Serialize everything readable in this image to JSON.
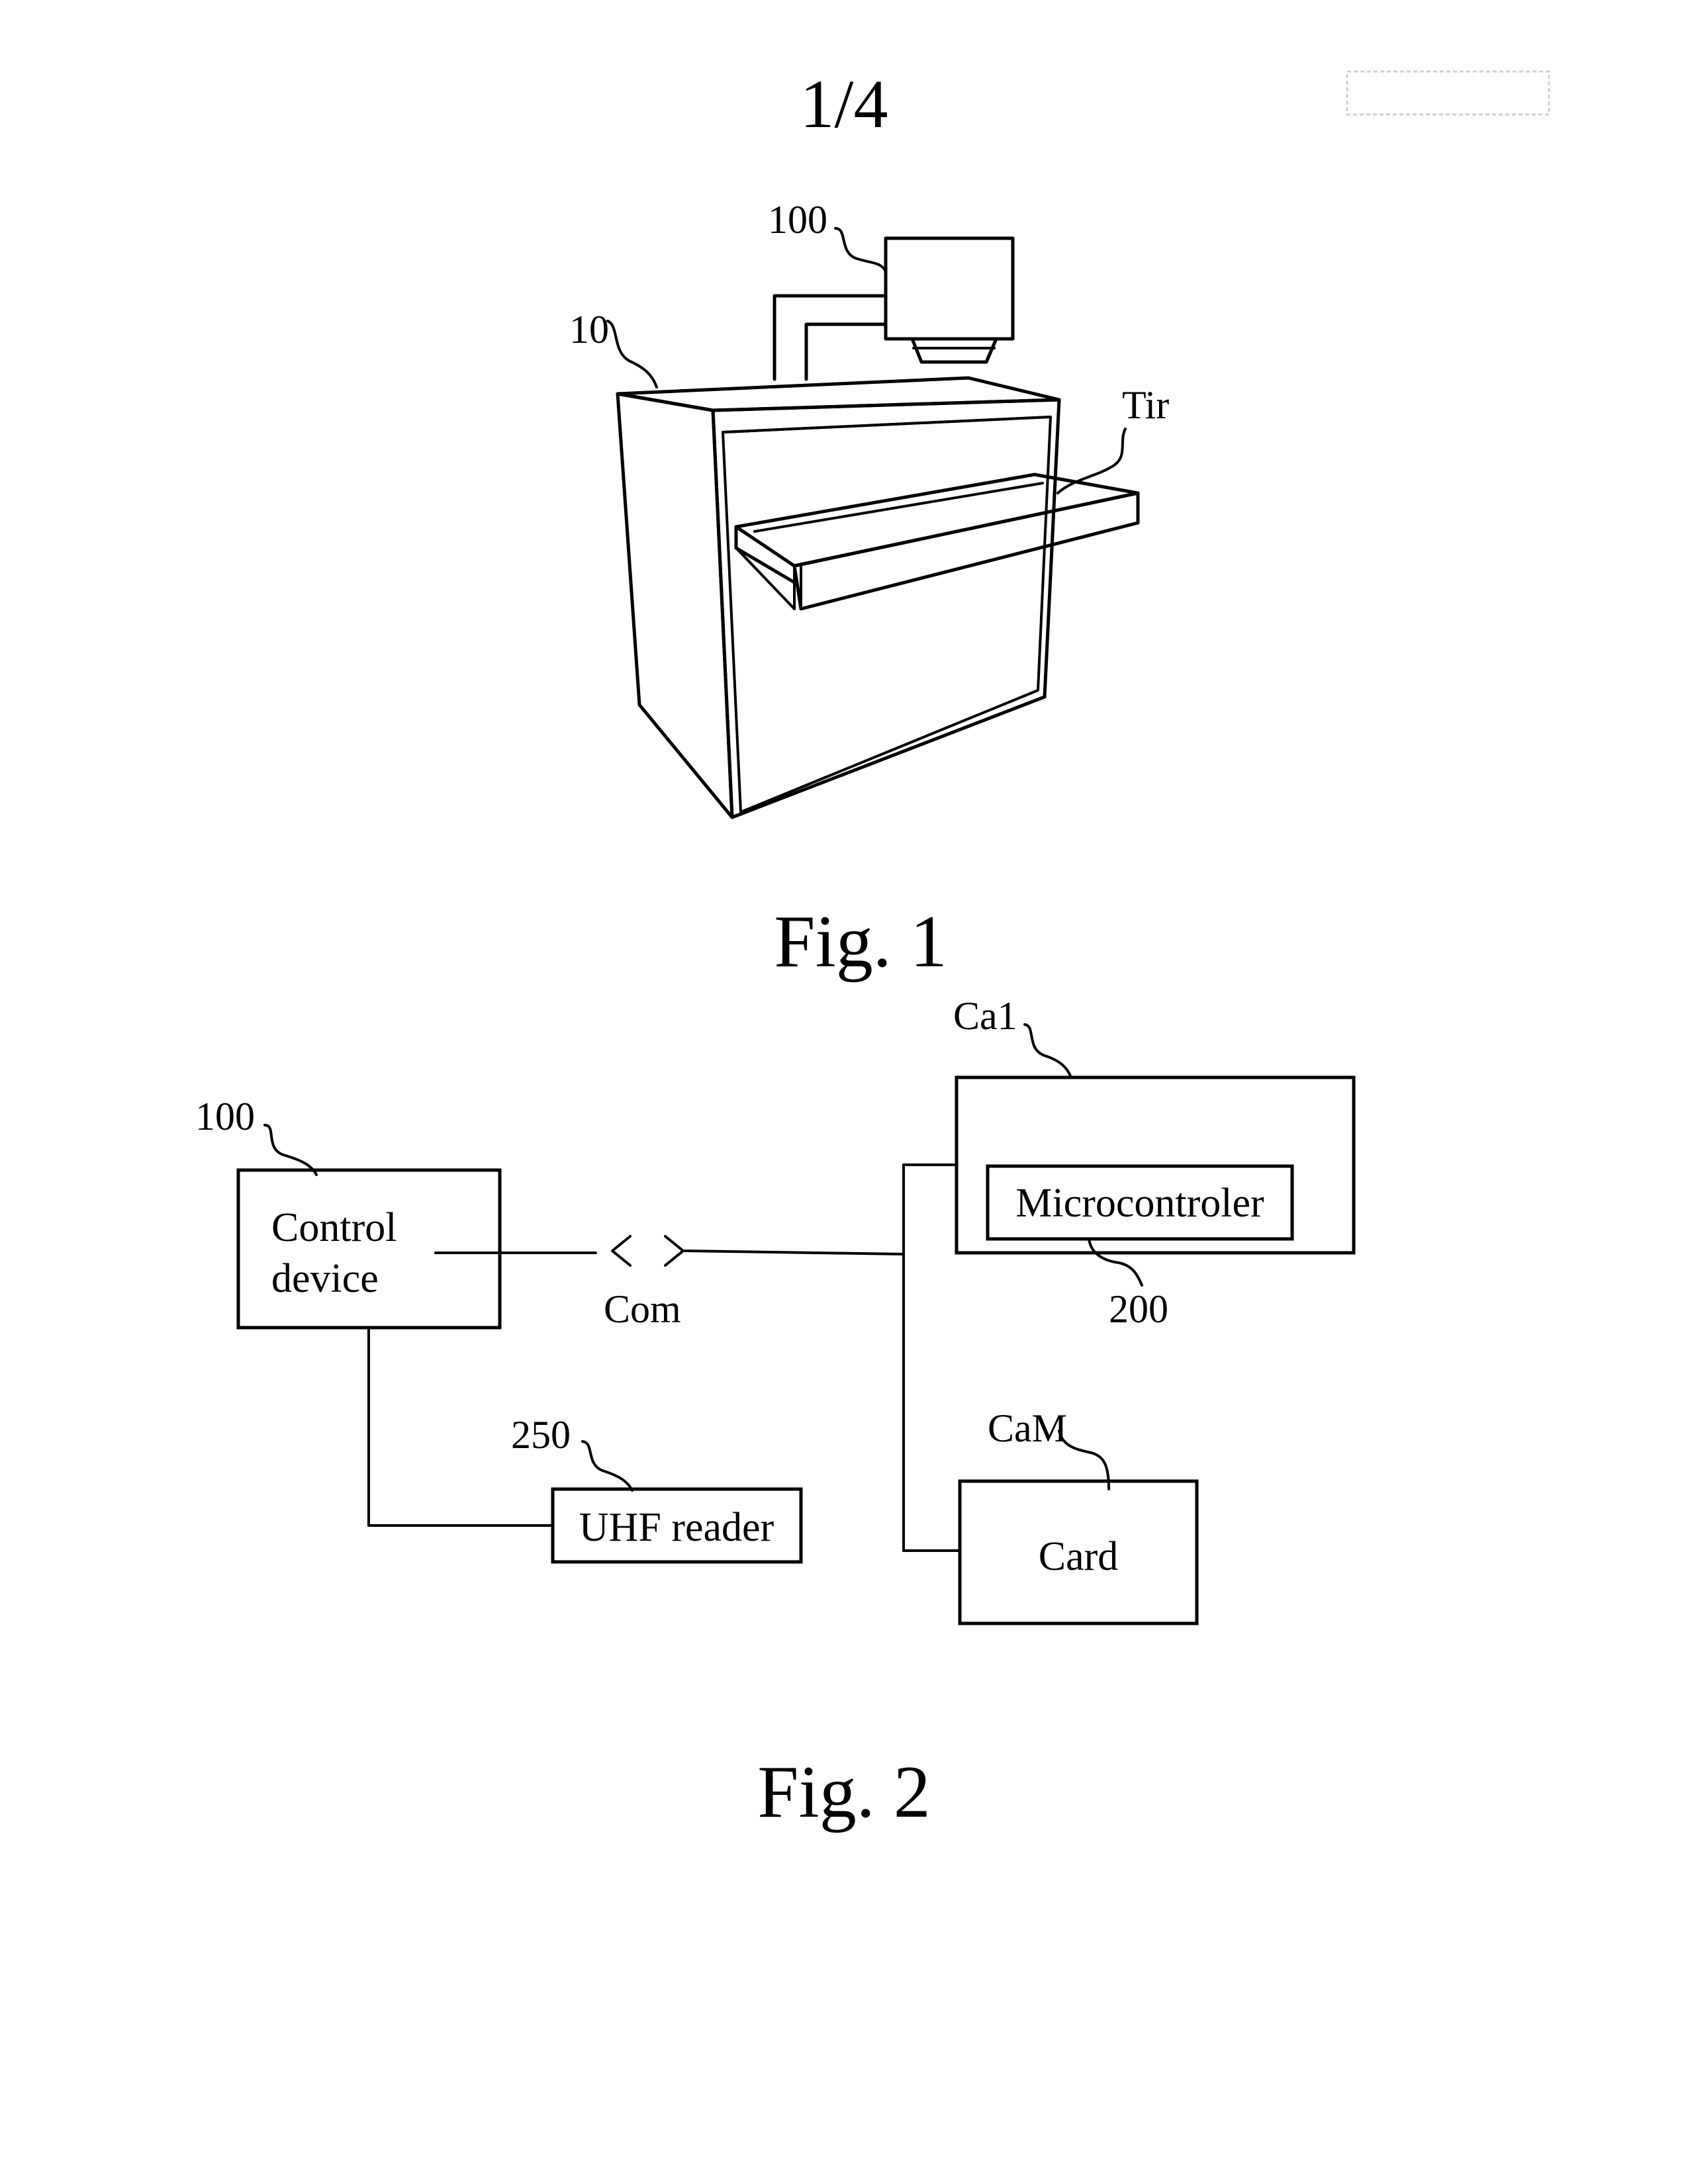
{
  "page": {
    "number": "1/4"
  },
  "figure1": {
    "caption": "Fig. 1",
    "labels": {
      "device": "100",
      "cabinet": "10",
      "drawer": "Tir"
    }
  },
  "figure2": {
    "caption": "Fig. 2",
    "control_device": {
      "ref": "100",
      "line1": "Control",
      "line2": "device"
    },
    "com_label": "Com",
    "card_first": {
      "ref": "Ca1"
    },
    "microcontroller": {
      "label": "Microcontroler",
      "ref": "200"
    },
    "uhf_reader": {
      "ref": "250",
      "label": "UHF reader"
    },
    "card_last": {
      "ref": "CaM",
      "label": "Card"
    }
  }
}
